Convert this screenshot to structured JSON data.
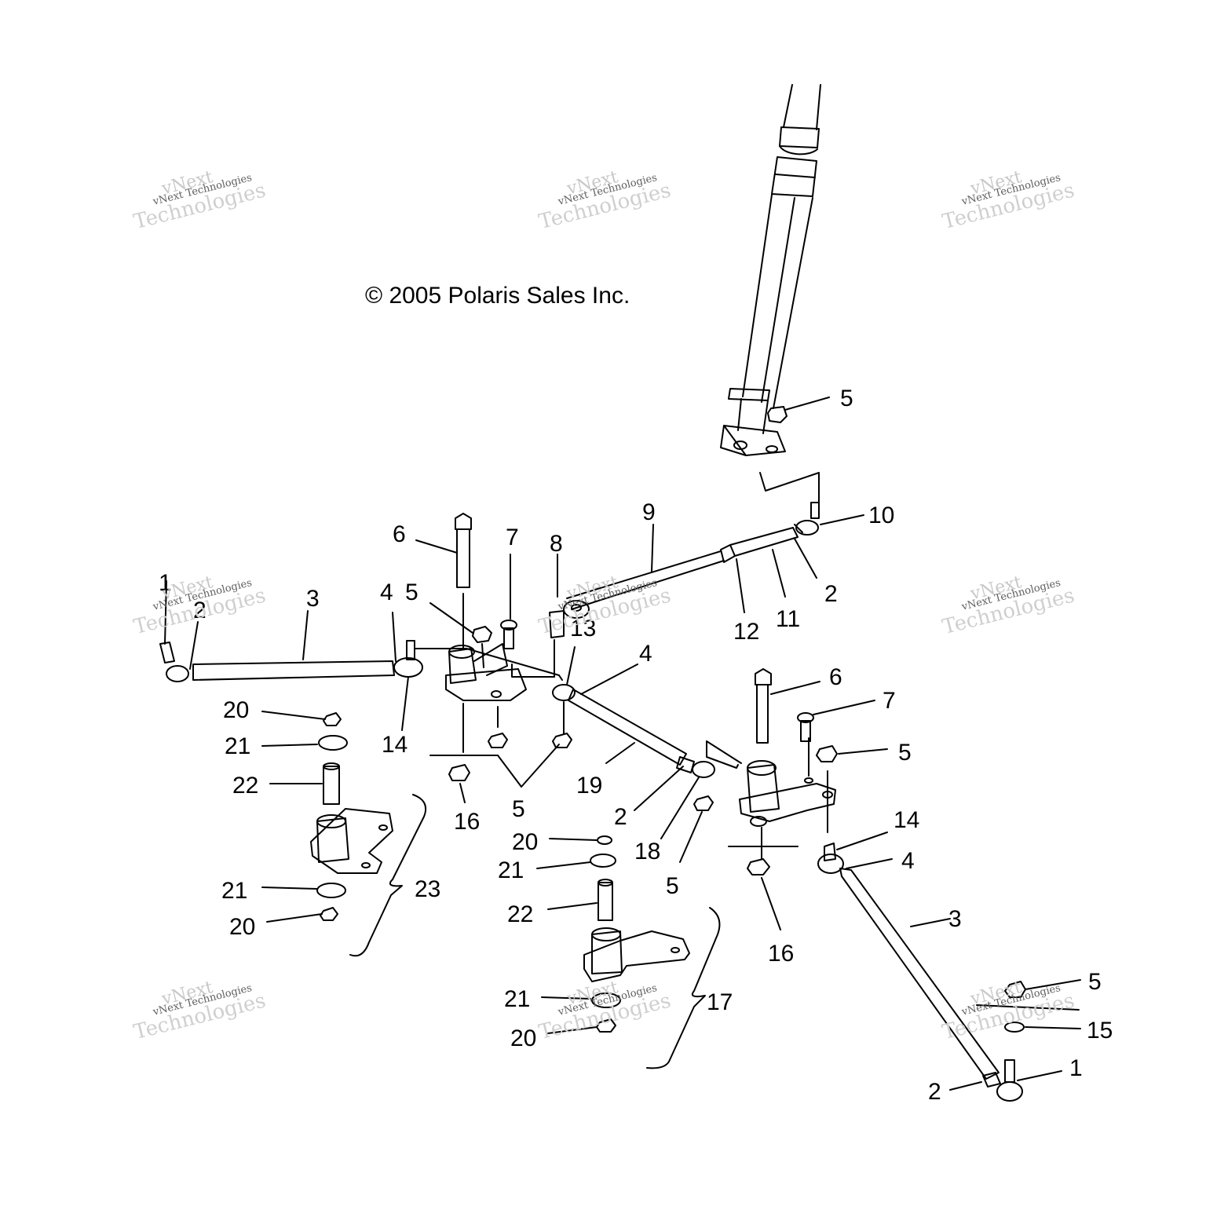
{
  "copyright": "© 2005 Polaris Sales Inc.",
  "watermark": {
    "line1": "vNext",
    "line2": "vNext Technologies",
    "line3": "Technologies"
  },
  "callouts": {
    "c1a": "1",
    "c2a": "2",
    "c3a": "3",
    "c4a": "4",
    "c5a": "5",
    "c6a": "6",
    "c7a": "7",
    "c8": "8",
    "c9": "9",
    "c10": "10",
    "c2b": "2",
    "c11": "11",
    "c12": "12",
    "c13": "13",
    "c4b": "4",
    "c5top": "5",
    "c20a": "20",
    "c21a": "21",
    "c22a": "22",
    "c14a": "14",
    "c16a": "16",
    "c5b": "5",
    "c19": "19",
    "c2c": "2",
    "c18": "18",
    "c5c": "5",
    "c6b": "6",
    "c7b": "7",
    "c5d": "5",
    "c14b": "14",
    "c4c": "4",
    "c3b": "3",
    "c16b": "16",
    "c23": "23",
    "c21b": "21",
    "c20b": "20",
    "c20c": "20",
    "c21c": "21",
    "c22b": "22",
    "c21d": "21",
    "c20d": "20",
    "c17": "17",
    "c5e": "5",
    "c15": "15",
    "c1b": "1",
    "c2d": "2"
  }
}
